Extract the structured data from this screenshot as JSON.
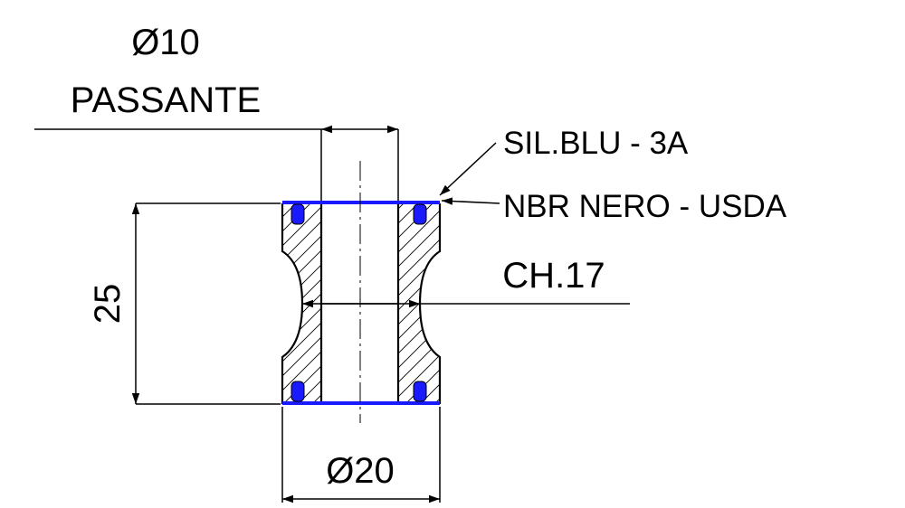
{
  "drawing": {
    "bore_diameter": "Ø10",
    "bore_note": "PASSANTE",
    "outer_diameter": "Ø20",
    "height": "25",
    "wrench_size": "CH.17",
    "seal_1": "SIL.BLU - 3A",
    "seal_2": "NBR NERO - USDA"
  },
  "colors": {
    "line": "#000000",
    "seal": "#1a1aff",
    "background": "#ffffff"
  }
}
